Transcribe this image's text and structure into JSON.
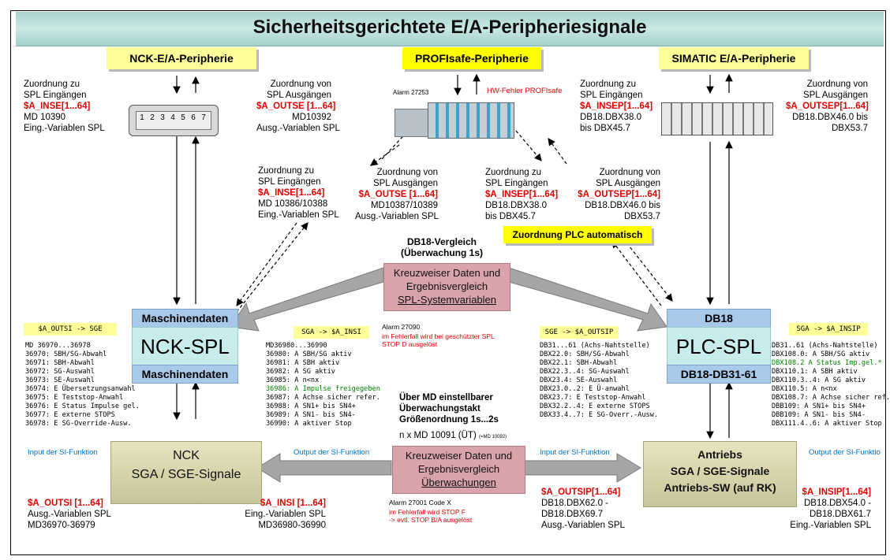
{
  "title": "Sicherheitsgerichtete E/A-Peripheriesignale",
  "labels": {
    "nck_io": "NCK-E/A-Peripherie",
    "profisafe": "PROFIsafe-Peripherie",
    "simatic": "SIMATIC E/A-Peripherie",
    "plc_auto": "Zuordnung PLC automatisch"
  },
  "module_slots": [
    "1",
    "2",
    "3",
    "4",
    "5",
    "6",
    "7"
  ],
  "top_notes": {
    "nck_in": [
      "Zuordnung zu",
      "SPL Eingängen",
      "$A_INSE[1...64]",
      "MD 10390",
      "Eing.-Variablen SPL"
    ],
    "nck_out": [
      "Zuordnung von",
      "SPL Ausgängen",
      "$A_OUTSE [1...64]",
      "MD10392",
      "Ausg.-Variablen SPL"
    ],
    "alarm_27253": "Alarm 27253",
    "hw_fehler": "HW-Fehler PROFIsafe",
    "ps_in": [
      "Zuordnung zu",
      "SPL Eingängen",
      "$A_INSEP[1...64]",
      "DB18.DBX38.0",
      "bis DBX45.7"
    ],
    "simatic_out": [
      "Zuordnung von",
      "SPL Ausgängen",
      "$A_OUTSEP[1...64]",
      "DB18.DBX46.0 bis",
      "DBX53.7"
    ]
  },
  "mid_notes": {
    "a": [
      "Zuordnung zu",
      "SPL Eingängen",
      "$A_INSE[1...64]",
      "MD 10386/10388",
      "Eing.-Variablen SPL"
    ],
    "b": [
      "Zuordnung von",
      "SPL Ausgängen",
      "$A_OUTSE [1...64]",
      "MD10387/10389",
      "Ausg.-Variablen SPL"
    ],
    "c": [
      "Zuordnung zu",
      "SPL Eingängen",
      "$A_INSEP[1...64]",
      "DB18.DBX38.0",
      "bis DBX45.7"
    ],
    "d": [
      "Zuordnung von",
      "SPL Ausgängen",
      "$A_OUTSEP[1...64]",
      "DB18.DBX46.0 bis",
      "DBX53.7"
    ]
  },
  "db18_compare": [
    "DB18-Vergleich",
    "(Überwachung 1s)"
  ],
  "cross_compare_top": [
    "Kreuzweiser Daten und",
    "Ergebnisvergleich",
    "SPL-Systemvariablen"
  ],
  "cross_compare_bottom": [
    "Kreuzweiser Daten und",
    "Ergebnisvergleich",
    "Überwachungen"
  ],
  "nck_spl": {
    "header": "Maschinendaten",
    "name": "NCK-SPL",
    "footer": "Maschinendaten"
  },
  "plc_spl": {
    "header": "DB18",
    "name": "PLC-SPL",
    "footer": "DB18-DB31-61"
  },
  "tags": {
    "outsi_sge": "$A_OUTSI -> SGE",
    "sga_insi": "SGA -> $A_INSI",
    "sge_outsip": "SGE -> $A_OUTSIP",
    "sga_insip": "SGA -> $A_INSIP"
  },
  "alarm_27090": "Alarm 27090",
  "alarm_27090_text": [
    "im Fehlerfall wird bei geschützter SPL",
    "STOP D ausgelöst"
  ],
  "md_list_left": [
    "MD 36970...36978",
    "36970: SBH/SG-Abwahl",
    "36971: SBH-Abwahl",
    "36972: SG-Auswahl",
    "36973: SE-Auswahl",
    "36974: E Übersetzungsanwahl",
    "36975: E Teststop-Anwahl",
    "36976: E Status Impulse gel.",
    "36977: E externe STOPS",
    "36978: E SG-Override-Ausw."
  ],
  "md_list_mid": [
    "MD36980...36990",
    "36980: A SBH/SG aktiv",
    "36981: A SBH aktiv",
    "36982: A SG aktiv",
    "36985: A n<nx",
    "36986: A Impulse freigegeben",
    "36987: A Achse sicher refer.",
    "36988: A SN1+ bis SN4+",
    "36989: A SN1- bis SN4-",
    "36990: A aktiver Stop"
  ],
  "db_list_sge": [
    "DB31...61 (Achs-Nahtstelle)",
    "DBX22.0: SBH/SG-Abwahl",
    "DBX22.1: SBH-Abwahl",
    "DBX22.3..4: SG-Auswahl",
    "DBX23.4: SE-Auswahl",
    "DBX23.0..2: E Ü-anwahl",
    "DBX23.7: E Teststop-Anwahl",
    "DBX32.2..4: E externe STOPS",
    "DBX33.4..7: E SG-Overr.-Ausw."
  ],
  "db_list_sga": [
    "DB31..61 (Achs-Nahtstelle)",
    "DBX108.0: A SBH/SG aktiv",
    "DBX108.2 A Status Imp.gel.*",
    "DBX110.1: A SBH aktiv",
    "DBX110.3..4: A SG aktiv",
    "DBX110.5: A n<nx",
    "DBX108.7: A Achse sicher ref.",
    "DBB109: A SN1+ bis SN4+",
    "DBB109: A SN1- bis SN4-",
    "DBX111.4..6: A aktiver Stop"
  ],
  "ueber_md": [
    "Über MD einstellbarer",
    "Überwachungstakt",
    "Größenordnung 1s...2s"
  ],
  "n_md": "n x MD 10091 (ÜT)",
  "n_md_small": "(=MD 10092)",
  "input_si": "Input der SI-Funktion",
  "output_si": "Output der SI-Funktion",
  "output_si_right": "Output der SI-Funktio",
  "nck_sga": [
    "NCK",
    "SGA / SGE-Signale"
  ],
  "antriebs_sga": [
    "Antriebs",
    "SGA / SGE-Signale",
    "Antriebs-SW (auf RK)"
  ],
  "bottom_notes": {
    "outsi": [
      "$A_OUTSI [1...64]",
      "Ausg.-Variablen SPL",
      "MD36970-36979"
    ],
    "insi": [
      "$A_INSI [1...64]",
      "Eing.-Variablen SPL",
      "MD36980-36990"
    ],
    "outsip": [
      "$A_OUTSIP[1...64]",
      "DB18.DBX62.0 -",
      "DB18.DBX69.7",
      "Ausg.-Variablen SPL"
    ],
    "insip": [
      "$A_INSIP[1...64]",
      "DB18.DBX54.0 -",
      "DB18.DBX61.7",
      "Eing.-Variablen SPL"
    ]
  },
  "alarm_27001": "Alarm 27001 Code X",
  "alarm_27001_text": [
    "im Fehlerfall wird STOP F",
    "-> evtl. STOP B/A ausgelöst"
  ]
}
